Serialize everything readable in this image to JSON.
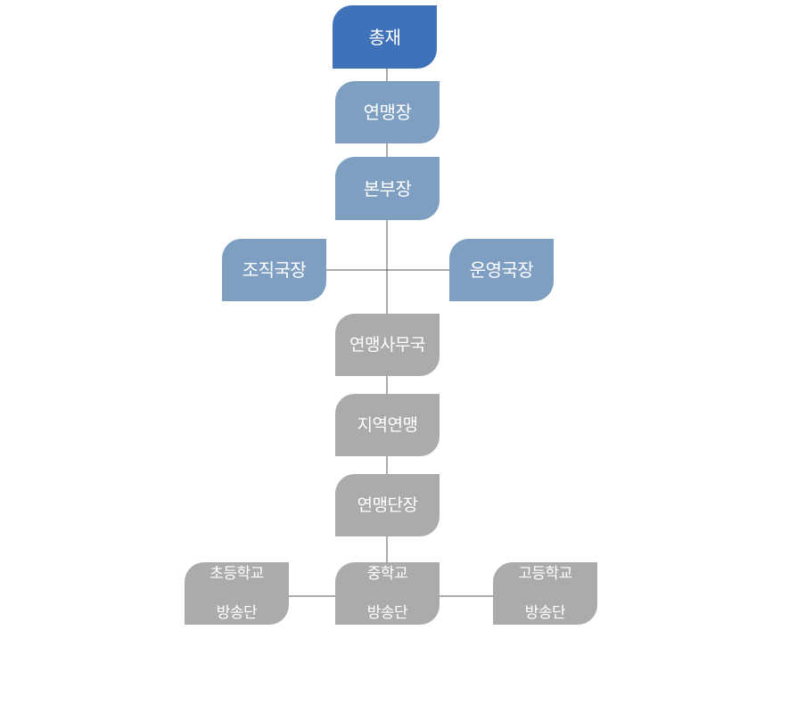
{
  "colors": {
    "top": "#3f72b8",
    "blue": "#7e9fc1",
    "gray": "#ababab",
    "line": "#595959"
  },
  "nodes": {
    "chairman": {
      "label": "총재"
    },
    "league_president": {
      "label": "연맹장"
    },
    "hq_director": {
      "label": "본부장"
    },
    "org_director": {
      "label": "조직국장"
    },
    "ops_director": {
      "label": "운영국장"
    },
    "secretariat": {
      "label": "연맹사무국"
    },
    "regional_league": {
      "label": "지역연맹"
    },
    "league_leader": {
      "label": "연맹단장"
    },
    "elementary": {
      "line1": "초등학교",
      "line2": "방송단"
    },
    "middle": {
      "line1": "중학교",
      "line2": "방송단"
    },
    "high": {
      "line1": "고등학교",
      "line2": "방송단"
    }
  }
}
